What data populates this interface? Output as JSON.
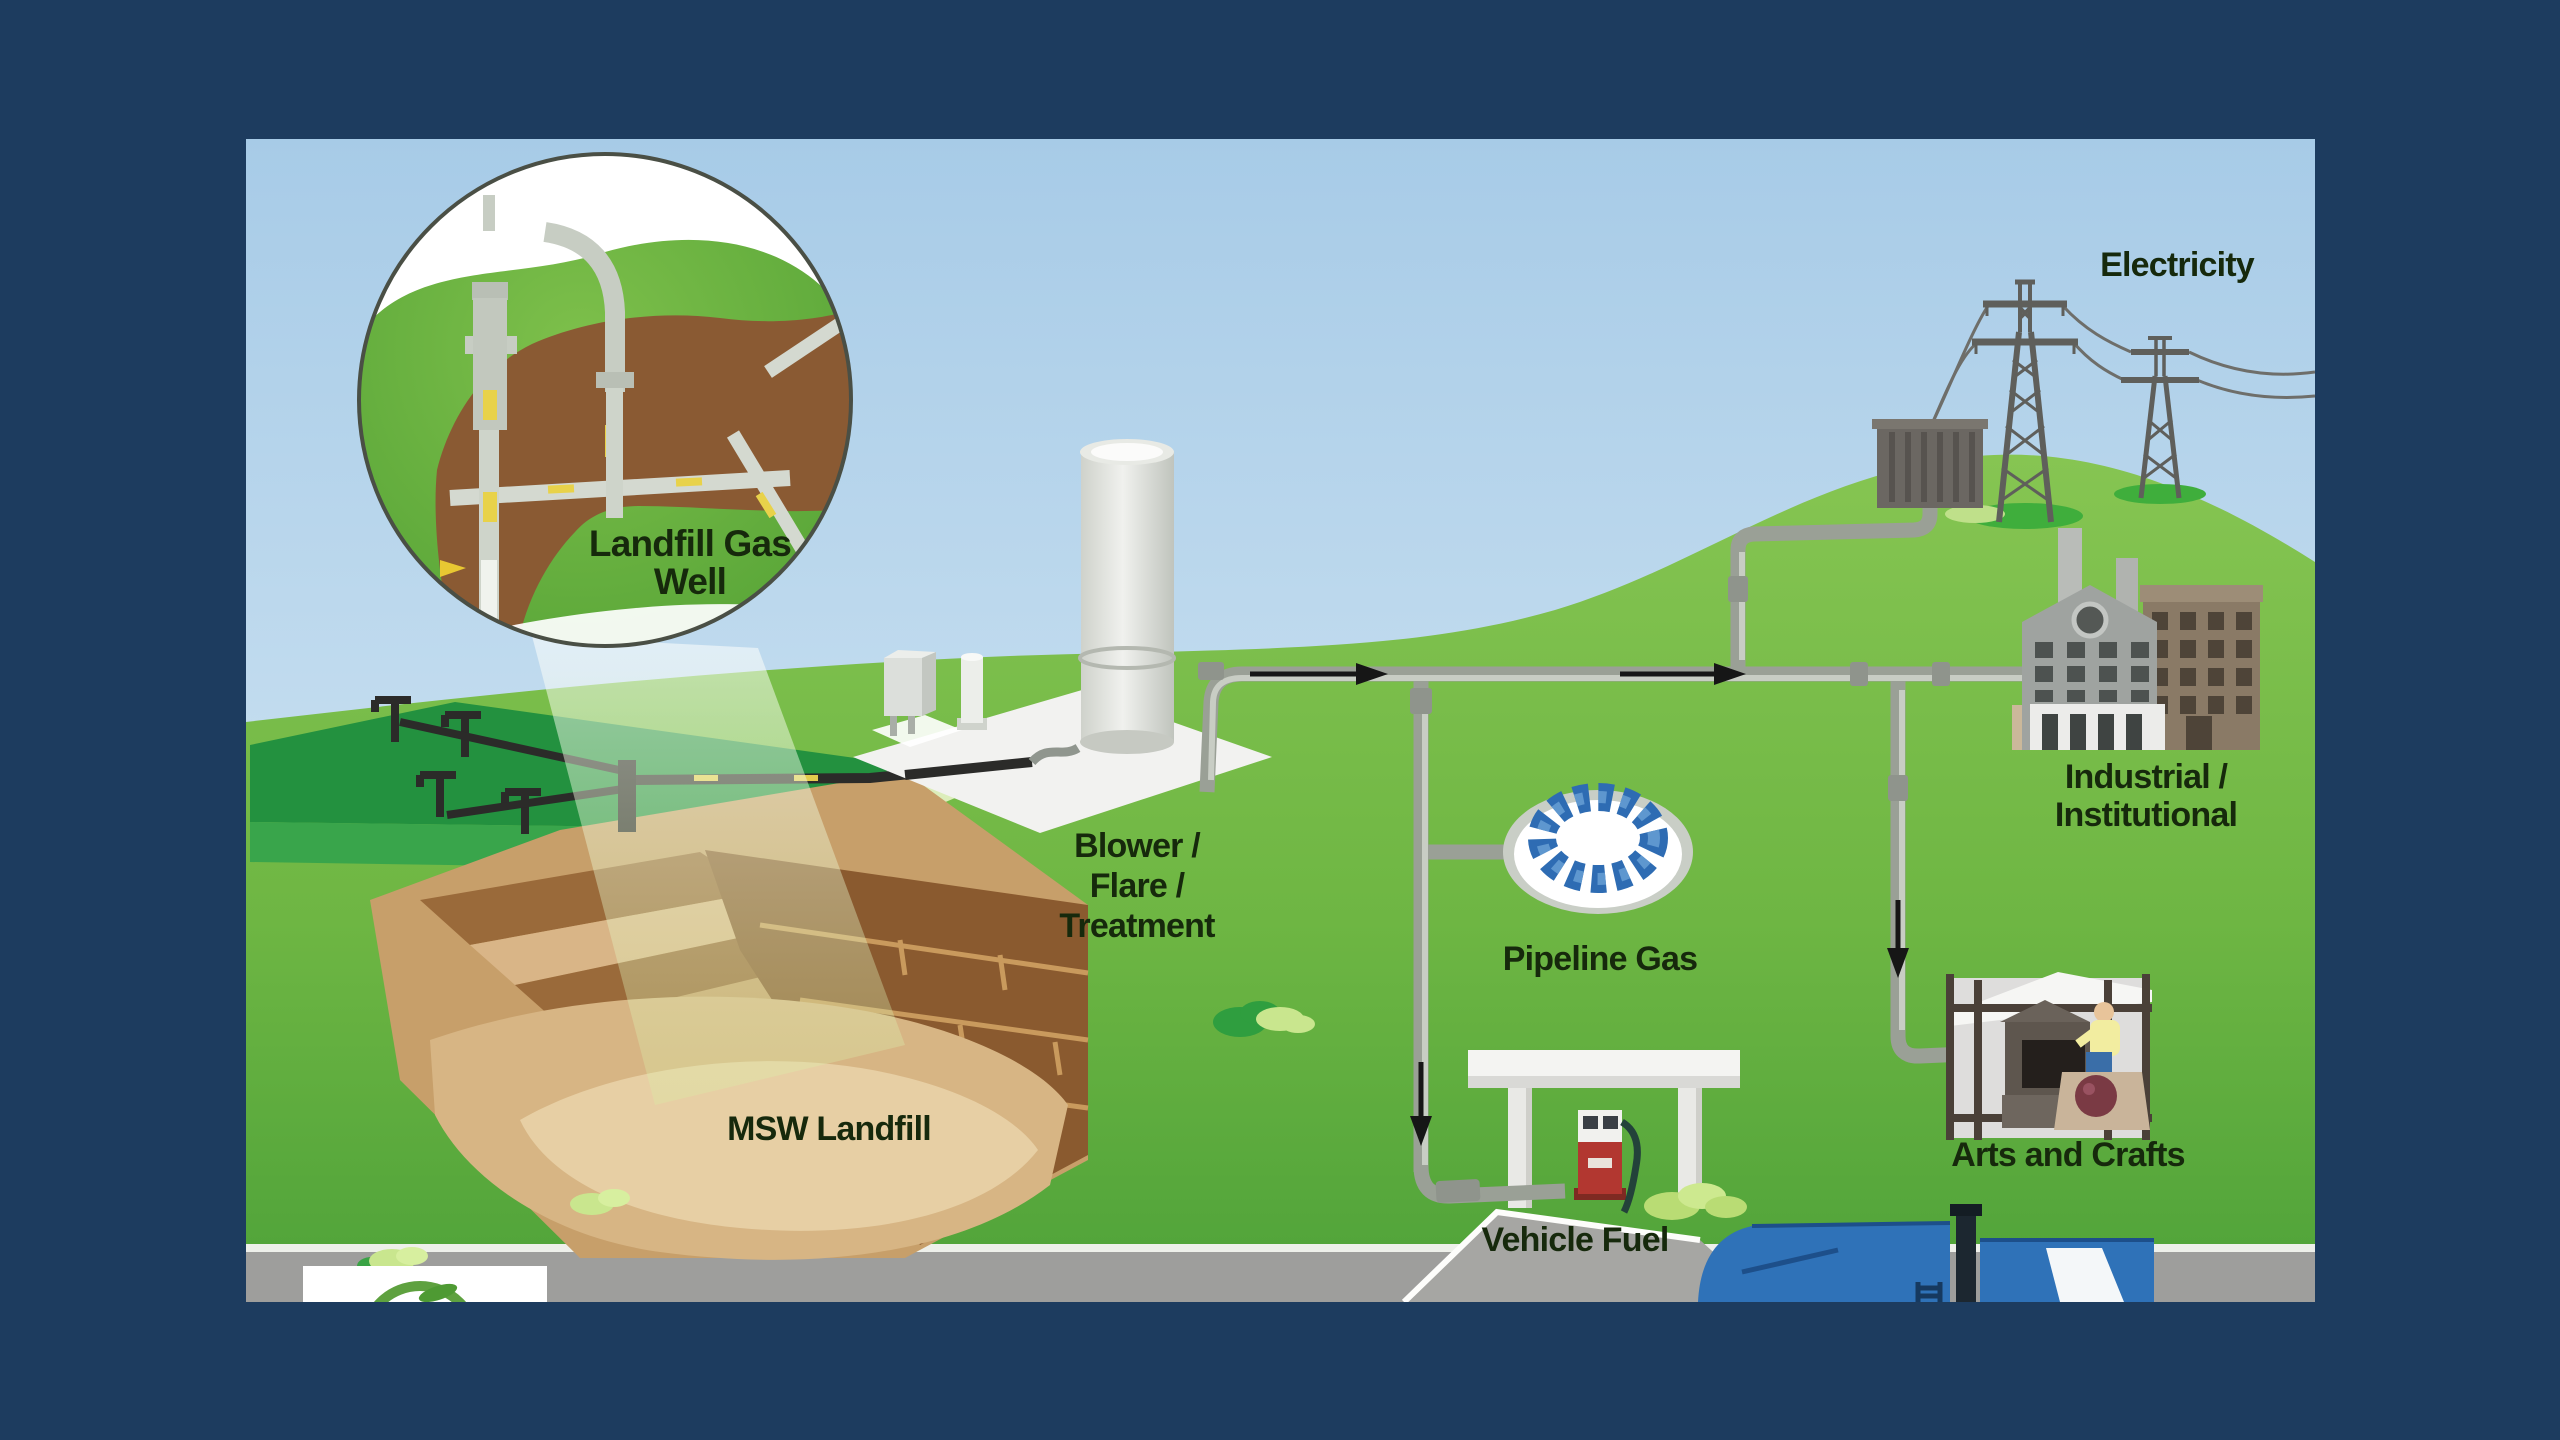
{
  "labels": {
    "landfill_gas_well": [
      "Landfill Gas",
      "Well"
    ],
    "msw_landfill": "MSW Landfill",
    "blower_flare_treatment": [
      "Blower /",
      "Flare /",
      "Treatment"
    ],
    "pipeline_gas": "Pipeline Gas",
    "vehicle_fuel": "Vehicle Fuel",
    "electricity": "Electricity",
    "industrial_institutional": [
      "Industrial /",
      "Institutional"
    ],
    "arts_and_crafts": "Arts and Crafts"
  },
  "colors": {
    "frame_navy": "#1d3c5f",
    "sky_top": "#a7cbe7",
    "sky_horizon": "#dcecf6",
    "hill_green": "#7cbd47",
    "hill_green_dark": "#4ea239",
    "terrace_green_dark": "#23913f",
    "landfill_brown": "#c79f6a",
    "landfill_brown_dark": "#8a5a2f",
    "pipe_gray": "#a8ada5",
    "pipe_black": "#2e2e2c",
    "flow_dash_yellow": "#e2cb4d",
    "burner_blue": "#2e6cb3",
    "pump_red": "#b23730",
    "truck_blue": "#2f72b8",
    "road_gray": "#9e9e9c",
    "label_text": "#16290c"
  }
}
